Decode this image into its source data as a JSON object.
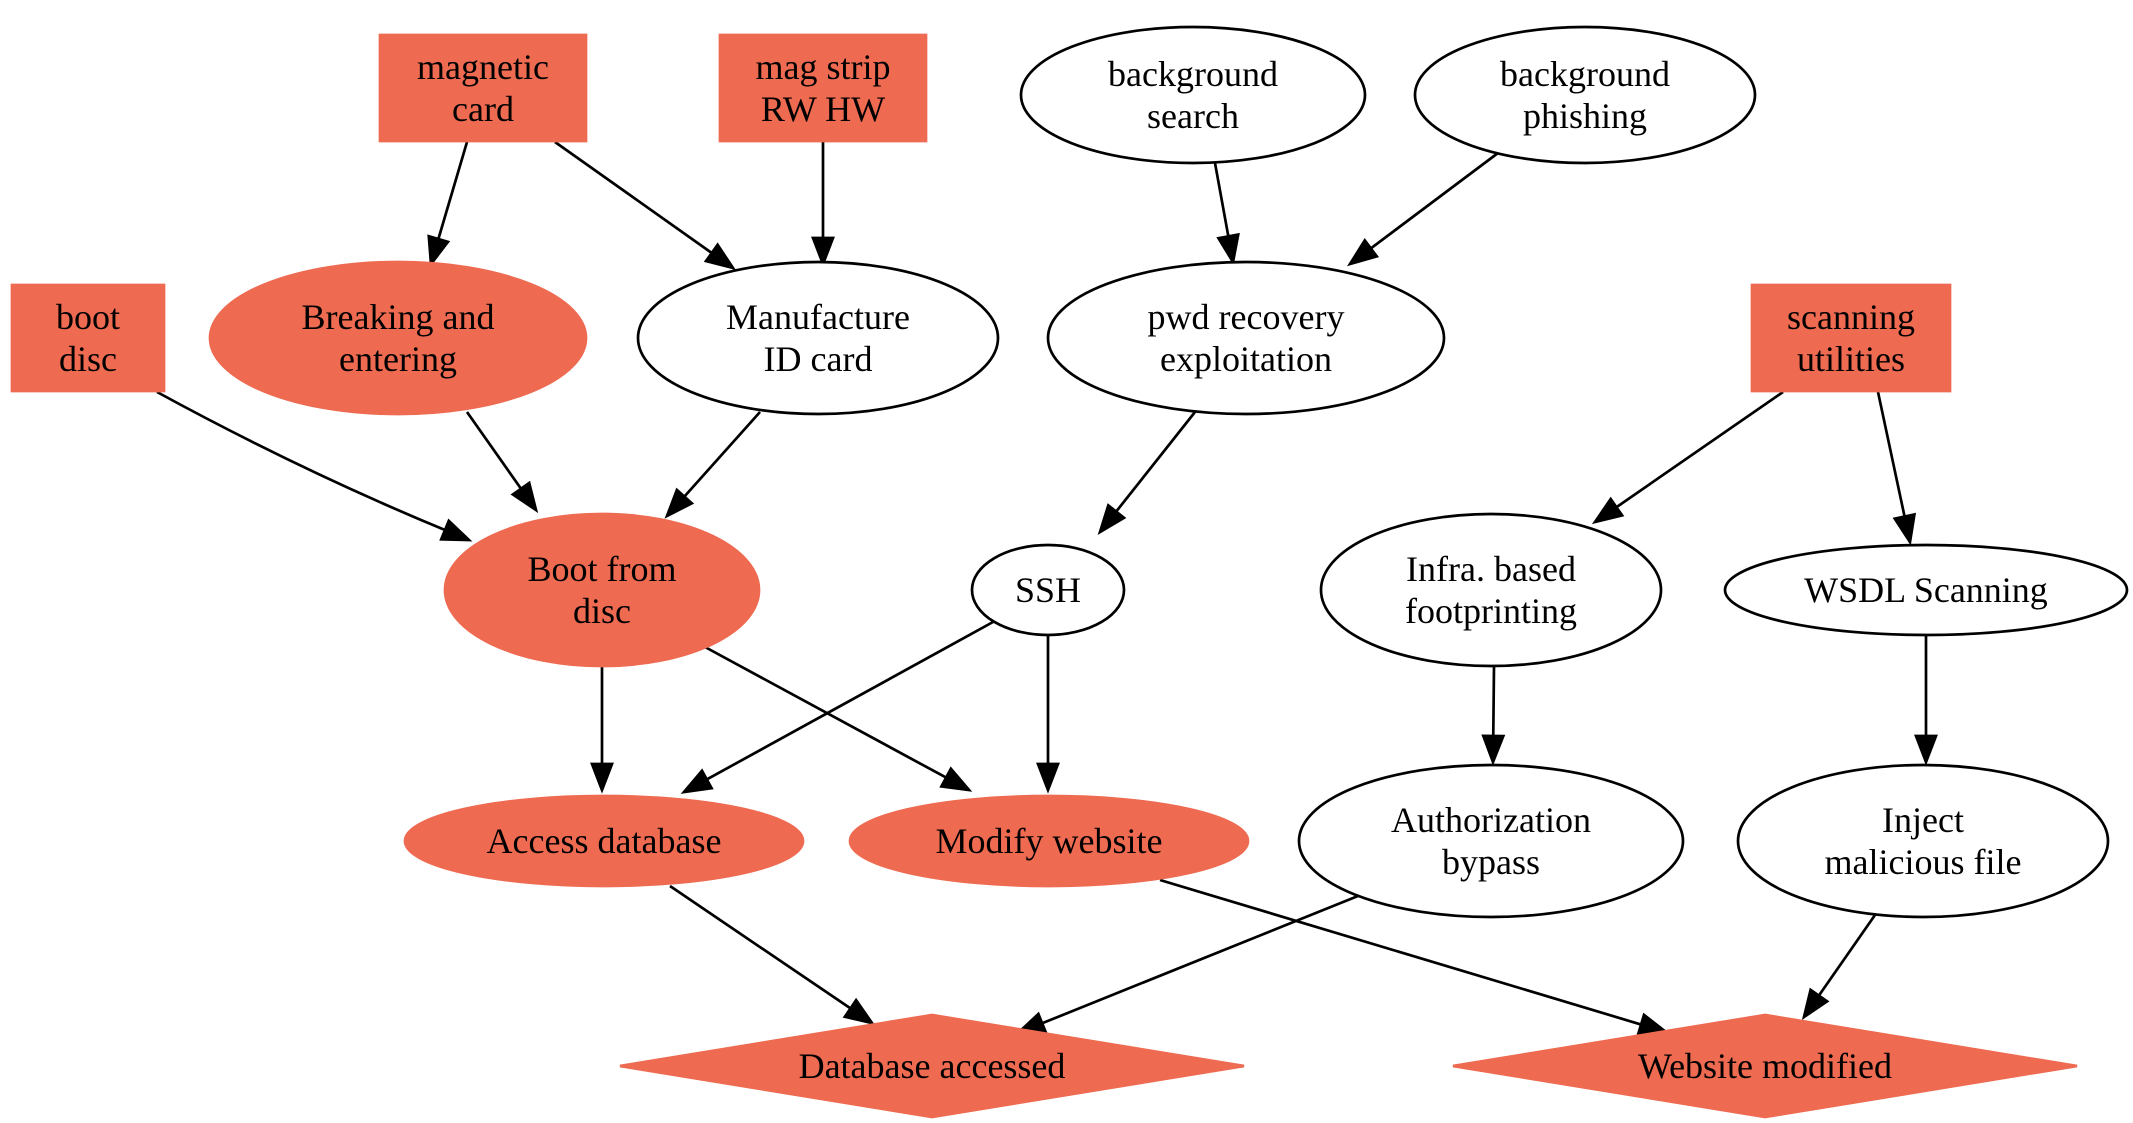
{
  "colors": {
    "highlight": "#ee6a50",
    "stroke": "#000000",
    "background": "#ffffff"
  },
  "nodes": [
    {
      "id": "magnetic_card",
      "shape": "box",
      "filled": true,
      "lines": [
        "magnetic",
        "card"
      ]
    },
    {
      "id": "mag_strip",
      "shape": "box",
      "filled": true,
      "lines": [
        "mag strip",
        "RW HW"
      ]
    },
    {
      "id": "bg_search",
      "shape": "ellipse",
      "filled": false,
      "lines": [
        "background",
        "search"
      ]
    },
    {
      "id": "bg_phishing",
      "shape": "ellipse",
      "filled": false,
      "lines": [
        "background",
        "phishing"
      ]
    },
    {
      "id": "boot_disc",
      "shape": "box",
      "filled": true,
      "lines": [
        "boot",
        "disc"
      ]
    },
    {
      "id": "breaking",
      "shape": "ellipse",
      "filled": true,
      "lines": [
        "Breaking and",
        "entering"
      ]
    },
    {
      "id": "manufacture",
      "shape": "ellipse",
      "filled": false,
      "lines": [
        "Manufacture",
        "ID card"
      ]
    },
    {
      "id": "pwd_recovery",
      "shape": "ellipse",
      "filled": false,
      "lines": [
        "pwd recovery",
        "exploitation"
      ]
    },
    {
      "id": "scanning",
      "shape": "box",
      "filled": true,
      "lines": [
        "scanning",
        "utilities"
      ]
    },
    {
      "id": "boot_from",
      "shape": "ellipse",
      "filled": true,
      "lines": [
        "Boot from",
        "disc"
      ]
    },
    {
      "id": "ssh",
      "shape": "ellipse",
      "filled": false,
      "lines": [
        "SSH"
      ]
    },
    {
      "id": "infra",
      "shape": "ellipse",
      "filled": false,
      "lines": [
        "Infra. based",
        "footprinting"
      ]
    },
    {
      "id": "wsdl",
      "shape": "ellipse",
      "filled": false,
      "lines": [
        "WSDL Scanning"
      ]
    },
    {
      "id": "access_db",
      "shape": "ellipse",
      "filled": true,
      "lines": [
        "Access database"
      ]
    },
    {
      "id": "modify_web",
      "shape": "ellipse",
      "filled": true,
      "lines": [
        "Modify website"
      ]
    },
    {
      "id": "auth_bypass",
      "shape": "ellipse",
      "filled": false,
      "lines": [
        "Authorization",
        "bypass"
      ]
    },
    {
      "id": "inject",
      "shape": "ellipse",
      "filled": false,
      "lines": [
        "Inject",
        "malicious file"
      ]
    },
    {
      "id": "db_accessed",
      "shape": "diamond",
      "filled": true,
      "lines": [
        "Database accessed"
      ]
    },
    {
      "id": "web_modified",
      "shape": "diamond",
      "filled": true,
      "lines": [
        "Website modified"
      ]
    }
  ],
  "edges": [
    {
      "from": "magnetic_card",
      "to": "breaking"
    },
    {
      "from": "magnetic_card",
      "to": "manufacture"
    },
    {
      "from": "mag_strip",
      "to": "manufacture"
    },
    {
      "from": "bg_search",
      "to": "pwd_recovery"
    },
    {
      "from": "bg_phishing",
      "to": "pwd_recovery"
    },
    {
      "from": "boot_disc",
      "to": "boot_from"
    },
    {
      "from": "breaking",
      "to": "boot_from"
    },
    {
      "from": "manufacture",
      "to": "boot_from"
    },
    {
      "from": "pwd_recovery",
      "to": "ssh"
    },
    {
      "from": "scanning",
      "to": "infra"
    },
    {
      "from": "scanning",
      "to": "wsdl"
    },
    {
      "from": "boot_from",
      "to": "access_db"
    },
    {
      "from": "boot_from",
      "to": "modify_web"
    },
    {
      "from": "ssh",
      "to": "access_db"
    },
    {
      "from": "ssh",
      "to": "modify_web"
    },
    {
      "from": "infra",
      "to": "auth_bypass"
    },
    {
      "from": "wsdl",
      "to": "inject"
    },
    {
      "from": "access_db",
      "to": "db_accessed"
    },
    {
      "from": "auth_bypass",
      "to": "db_accessed"
    },
    {
      "from": "modify_web",
      "to": "web_modified"
    },
    {
      "from": "inject",
      "to": "web_modified"
    }
  ]
}
